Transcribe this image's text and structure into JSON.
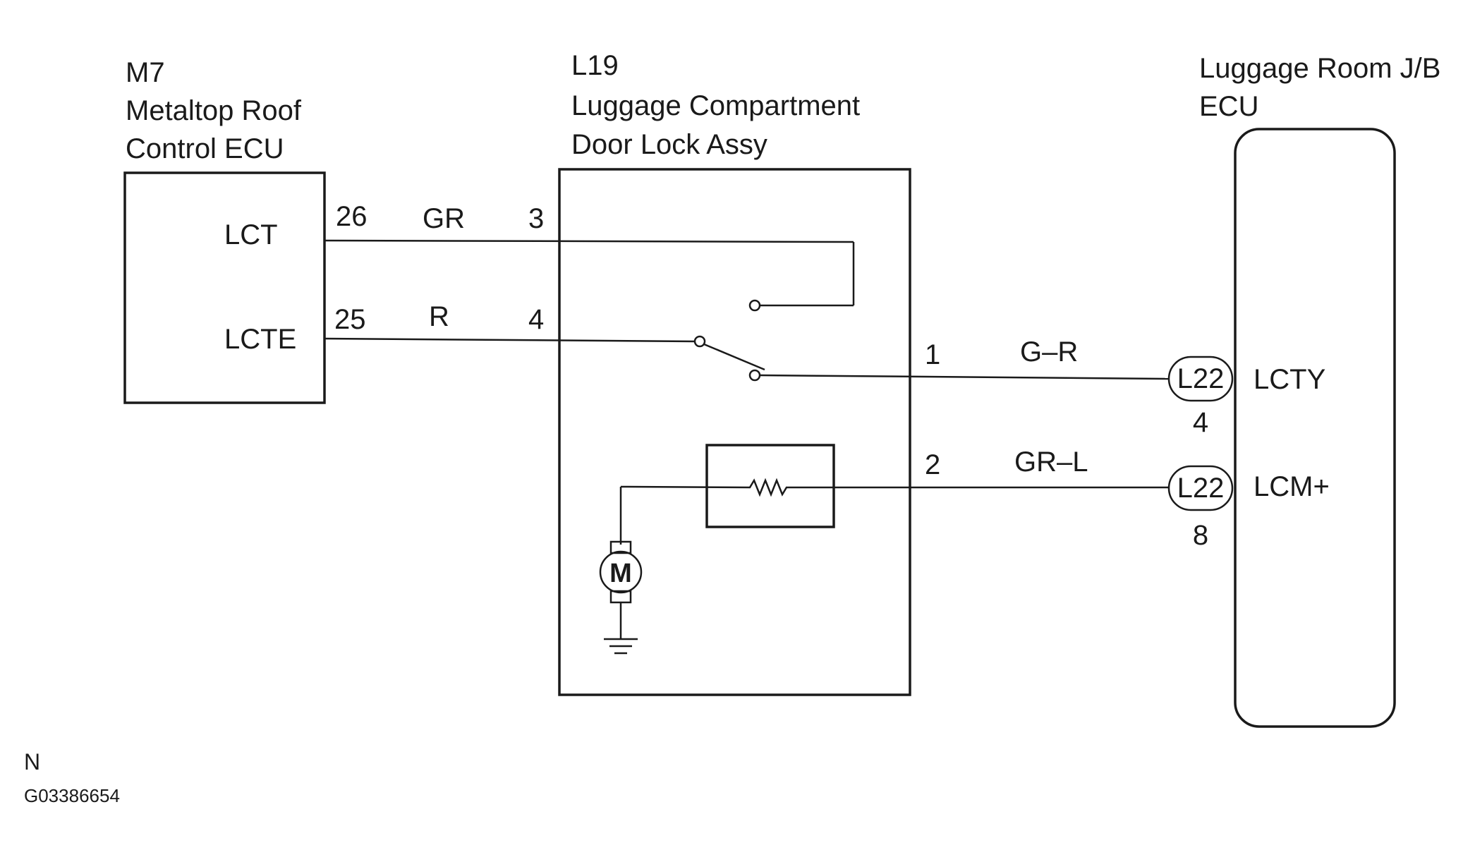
{
  "components": {
    "m7": {
      "code": "M7",
      "name_line1": "Metaltop Roof",
      "name_line2": "Control ECU"
    },
    "l19": {
      "code": "L19",
      "name_line1": "Luggage Compartment",
      "name_line2": "Door Lock Assy"
    },
    "jb": {
      "name_line1": "Luggage Room J/B",
      "name_line2": "ECU"
    }
  },
  "terminals": {
    "lct": "LCT",
    "lcte": "LCTE",
    "lcty": "LCTY",
    "lcm": "LCM+"
  },
  "wires": {
    "gr": {
      "color": "GR",
      "from_pin": "26",
      "to_pin": "3"
    },
    "r": {
      "color": "R",
      "from_pin": "25",
      "to_pin": "4"
    },
    "g_r": {
      "color": "G–R",
      "from_pin": "1",
      "connector": "L22",
      "connector_pin": "4"
    },
    "gr_l": {
      "color": "GR–L",
      "from_pin": "2",
      "connector": "L22",
      "connector_pin": "8"
    }
  },
  "motor_symbol": "M",
  "footer": {
    "letter": "N",
    "code": "G03386654"
  }
}
